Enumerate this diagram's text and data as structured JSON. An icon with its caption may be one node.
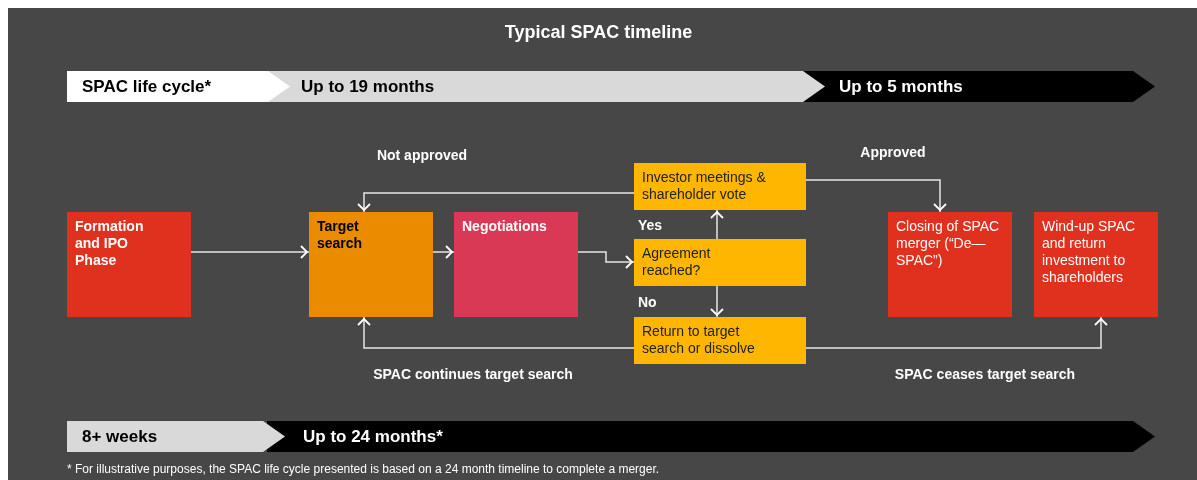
{
  "diagram": {
    "title": "Typical SPAC timeline",
    "nodes": [
      {
        "text": [
          "Formation and IPO Phase"
        ]
      },
      {
        "text": [
          "Target search"
        ]
      },
      {
        "text": [
          "Negotiations"
        ]
      },
      {
        "text": [
          "Investor meetings & shareholder vote"
        ]
      },
      {
        "text": [
          "Agreement reached?"
        ]
      },
      {
        "text": [
          "Return to target search or dissolve"
        ]
      },
      {
        "text": [
          "Closing of SPAC merger (“De—SPAC”)"
        ]
      },
      {
        "text": [
          "Wind-up SPAC and return investment to shareholders"
        ]
      }
    ],
    "edges": [
      {
        "from": 0,
        "to": 1,
        "arrow": "to"
      },
      {
        "from": 1,
        "to": 2,
        "arrow": "to"
      },
      {
        "from": 2,
        "to": 4,
        "arrow": "to"
      },
      {
        "from": 4,
        "to": 3,
        "arrow": "to",
        "label": "Yes"
      },
      {
        "from": 3,
        "to": 1,
        "arrow": "to",
        "label": "Not approved"
      },
      {
        "from": 3,
        "to": 6,
        "arrow": "to",
        "label": "Approved"
      },
      {
        "from": 4,
        "to": 5,
        "arrow": "to",
        "label": "No"
      },
      {
        "from": 5,
        "to": 1,
        "arrow": "to",
        "label": "SPAC continues target search"
      },
      {
        "from": 5,
        "to": 7,
        "arrow": "to",
        "label": "SPAC ceases target search"
      }
    ],
    "labels": [
      "SPAC life cycle*",
      "Up to 19 months",
      "Up to 5 months",
      "8+ weeks",
      "Up to 24 months*",
      "* For illustrative purposes, the SPAC life cycle presented is based on a 24 month timeline to complete a merger."
    ]
  }
}
